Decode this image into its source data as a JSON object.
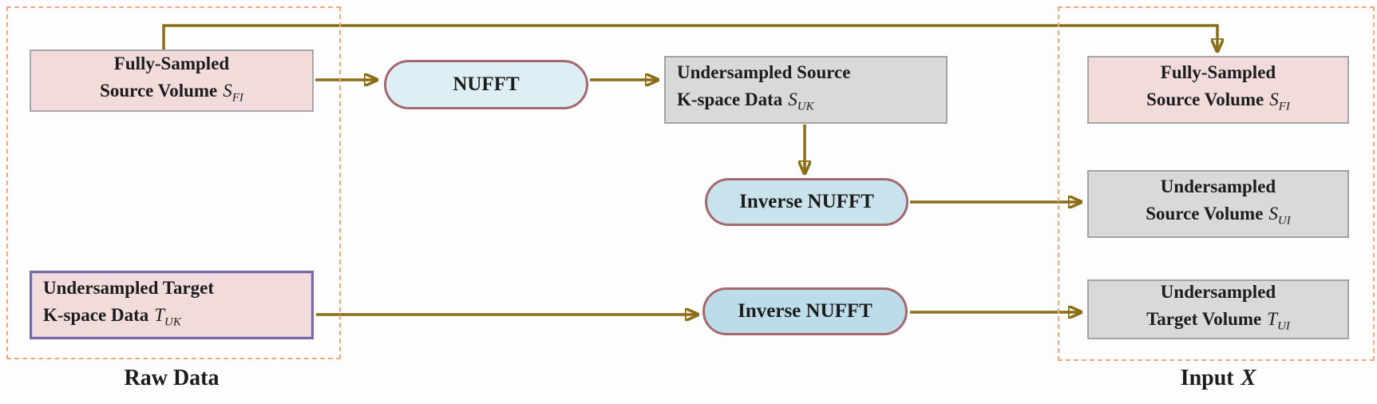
{
  "figure": {
    "type": "flow-diagram",
    "description_visible_text_only": true
  },
  "regions": {
    "raw": {
      "label": "Raw Data"
    },
    "input": {
      "label_prefix": "Input",
      "label_symbol": "X"
    }
  },
  "nodes": {
    "fs_raw": {
      "line1": "Fully-Sampled",
      "line2": "Source Volume",
      "symbol": "S",
      "subscript": "FI"
    },
    "tuk": {
      "line1": "Undersampled Target",
      "line2": "K-space Data",
      "symbol": "T",
      "subscript": "UK"
    },
    "nufft": {
      "label": "NUFFT"
    },
    "suk": {
      "line1": "Undersampled Source",
      "line2": "K-space Data",
      "symbol": "S",
      "subscript": "UK"
    },
    "inv_nufft_1": {
      "label": "Inverse NUFFT"
    },
    "inv_nufft_2": {
      "label": "Inverse NUFFT"
    },
    "fs_input": {
      "line1": "Fully-Sampled",
      "line2": "Source Volume",
      "symbol": "S",
      "subscript": "FI"
    },
    "sui": {
      "line1": "Undersampled",
      "line2": "Source Volume",
      "symbol": "S",
      "subscript": "UI"
    },
    "tui": {
      "line1": "Undersampled",
      "line2": "Target Volume",
      "symbol": "T",
      "subscript": "UI"
    }
  },
  "colors": {
    "arrow": "#8a6d15",
    "region_dashed_border": "#f2a87e",
    "pink_box_fill": "#f2dcdb",
    "pink_box_border": "#a6a6a6",
    "gray_box_fill": "#d9d9d9",
    "gray_box_border": "#a3a3a3",
    "purple_box_border": "#7a68a6",
    "pill_fill_nufft": "#ddeef4",
    "pill_fill_inverse_1": "#c8e3ec",
    "pill_fill_inverse_2": "#bcdce9",
    "pill_border": "#a5696d",
    "text": "#1c1c1c"
  }
}
